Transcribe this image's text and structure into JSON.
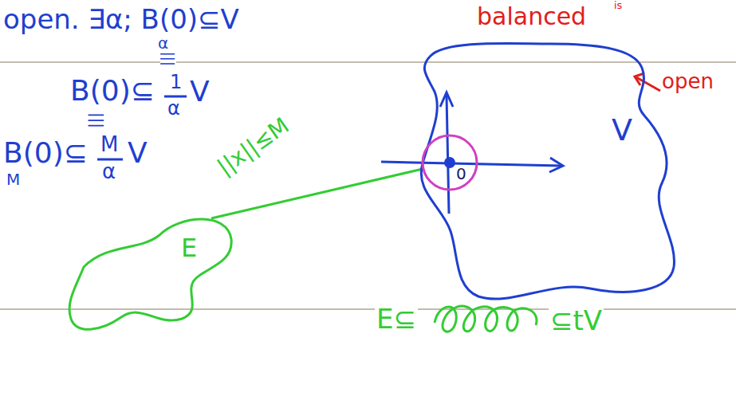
{
  "diagram": {
    "nodes": [
      {
        "text": [
          "V"
        ]
      },
      {
        "text": [
          "0"
        ],
        "in": 0
      },
      {
        "text": [
          "E"
        ]
      }
    ],
    "edges": [
      {
        "from": 2,
        "to": 1,
        "arrow": "none",
        "label": "||x||≤M"
      }
    ],
    "labels": [
      "open. ∃α; B(0)⊆V",
      "α",
      "|||",
      "B(0)⊆",
      "1",
      "α",
      "V",
      "|||",
      "B(0)⊆",
      "M",
      "M",
      "α",
      "V",
      "balanced",
      "is",
      "open",
      "E⊆",
      "⊆tV"
    ]
  }
}
